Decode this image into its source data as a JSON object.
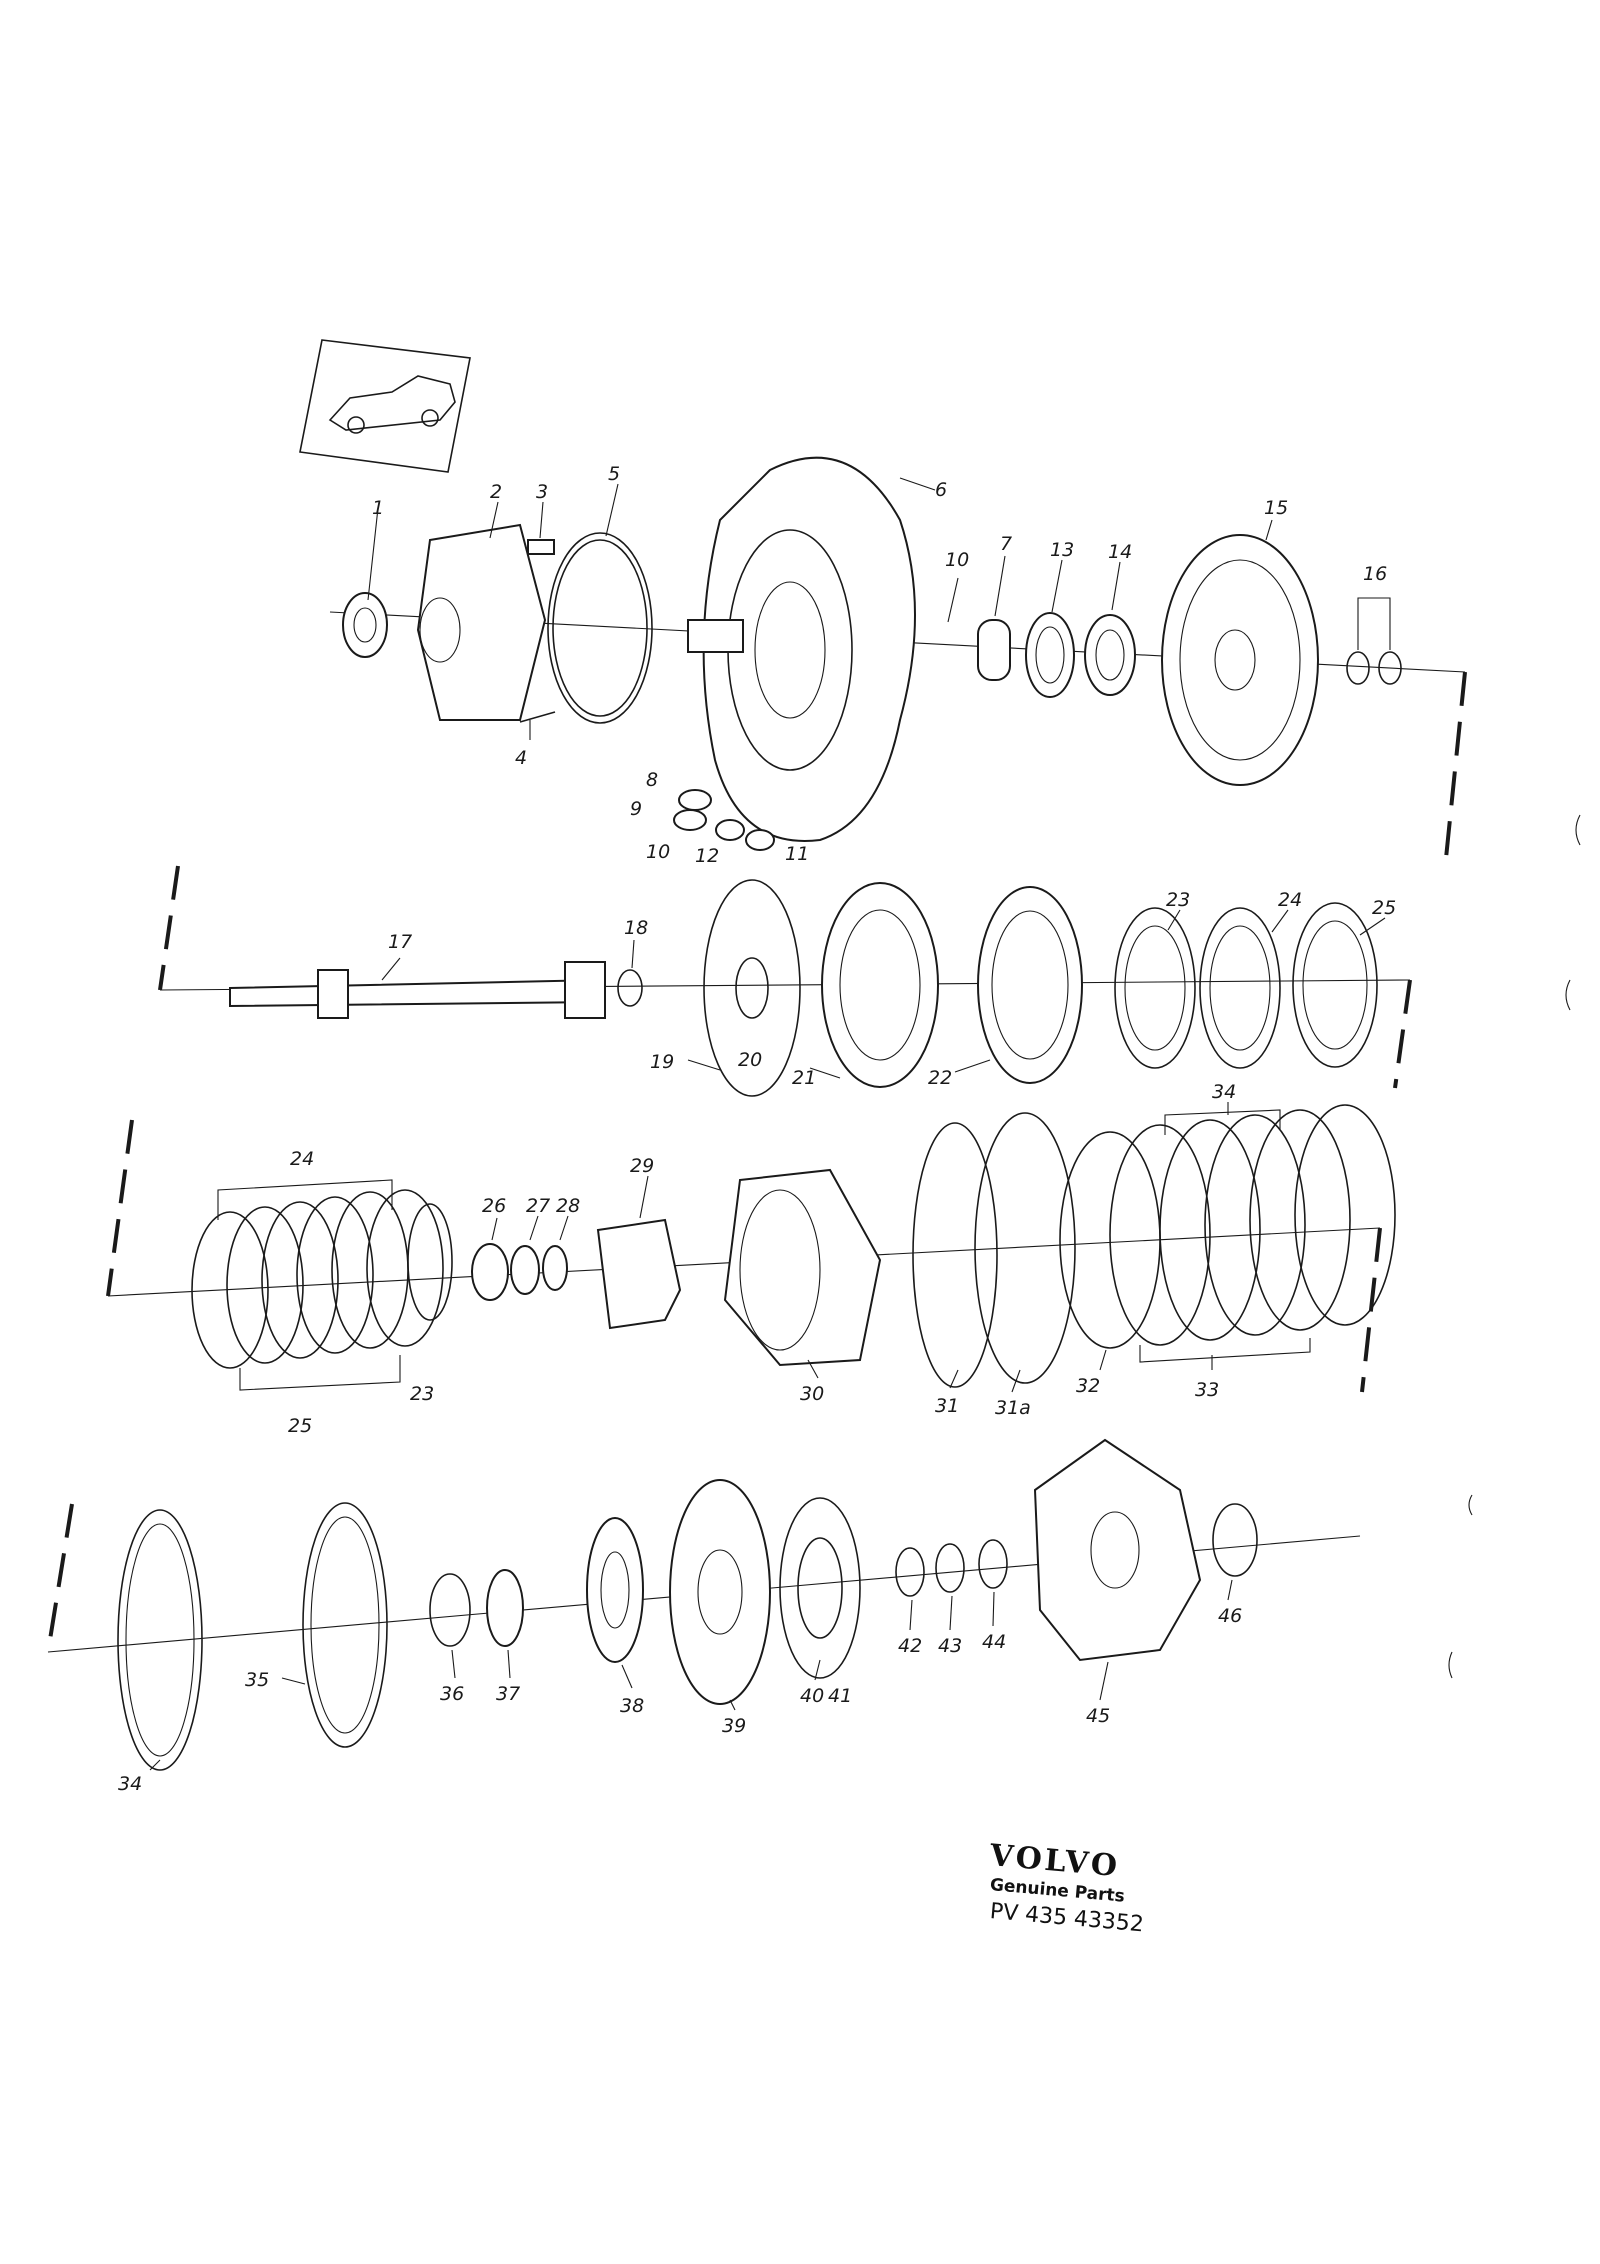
{
  "brand": {
    "logo": "VOLVO",
    "subtitle": "Genuine Parts",
    "part_number": "PV 435 43352"
  },
  "labels": [
    "1",
    "2",
    "3",
    "4",
    "5",
    "6",
    "7",
    "8",
    "9",
    "10",
    "10",
    "11",
    "12",
    "13",
    "14",
    "15",
    "16",
    "17",
    "18",
    "19",
    "20",
    "21",
    "22",
    "23",
    "24",
    "25",
    "24",
    "25",
    "23",
    "26",
    "27",
    "28",
    "29",
    "30",
    "31",
    "31a",
    "32",
    "33",
    "34",
    "34",
    "35",
    "36",
    "37",
    "38",
    "39",
    "40",
    "41",
    "42",
    "43",
    "44",
    "45",
    "46"
  ]
}
